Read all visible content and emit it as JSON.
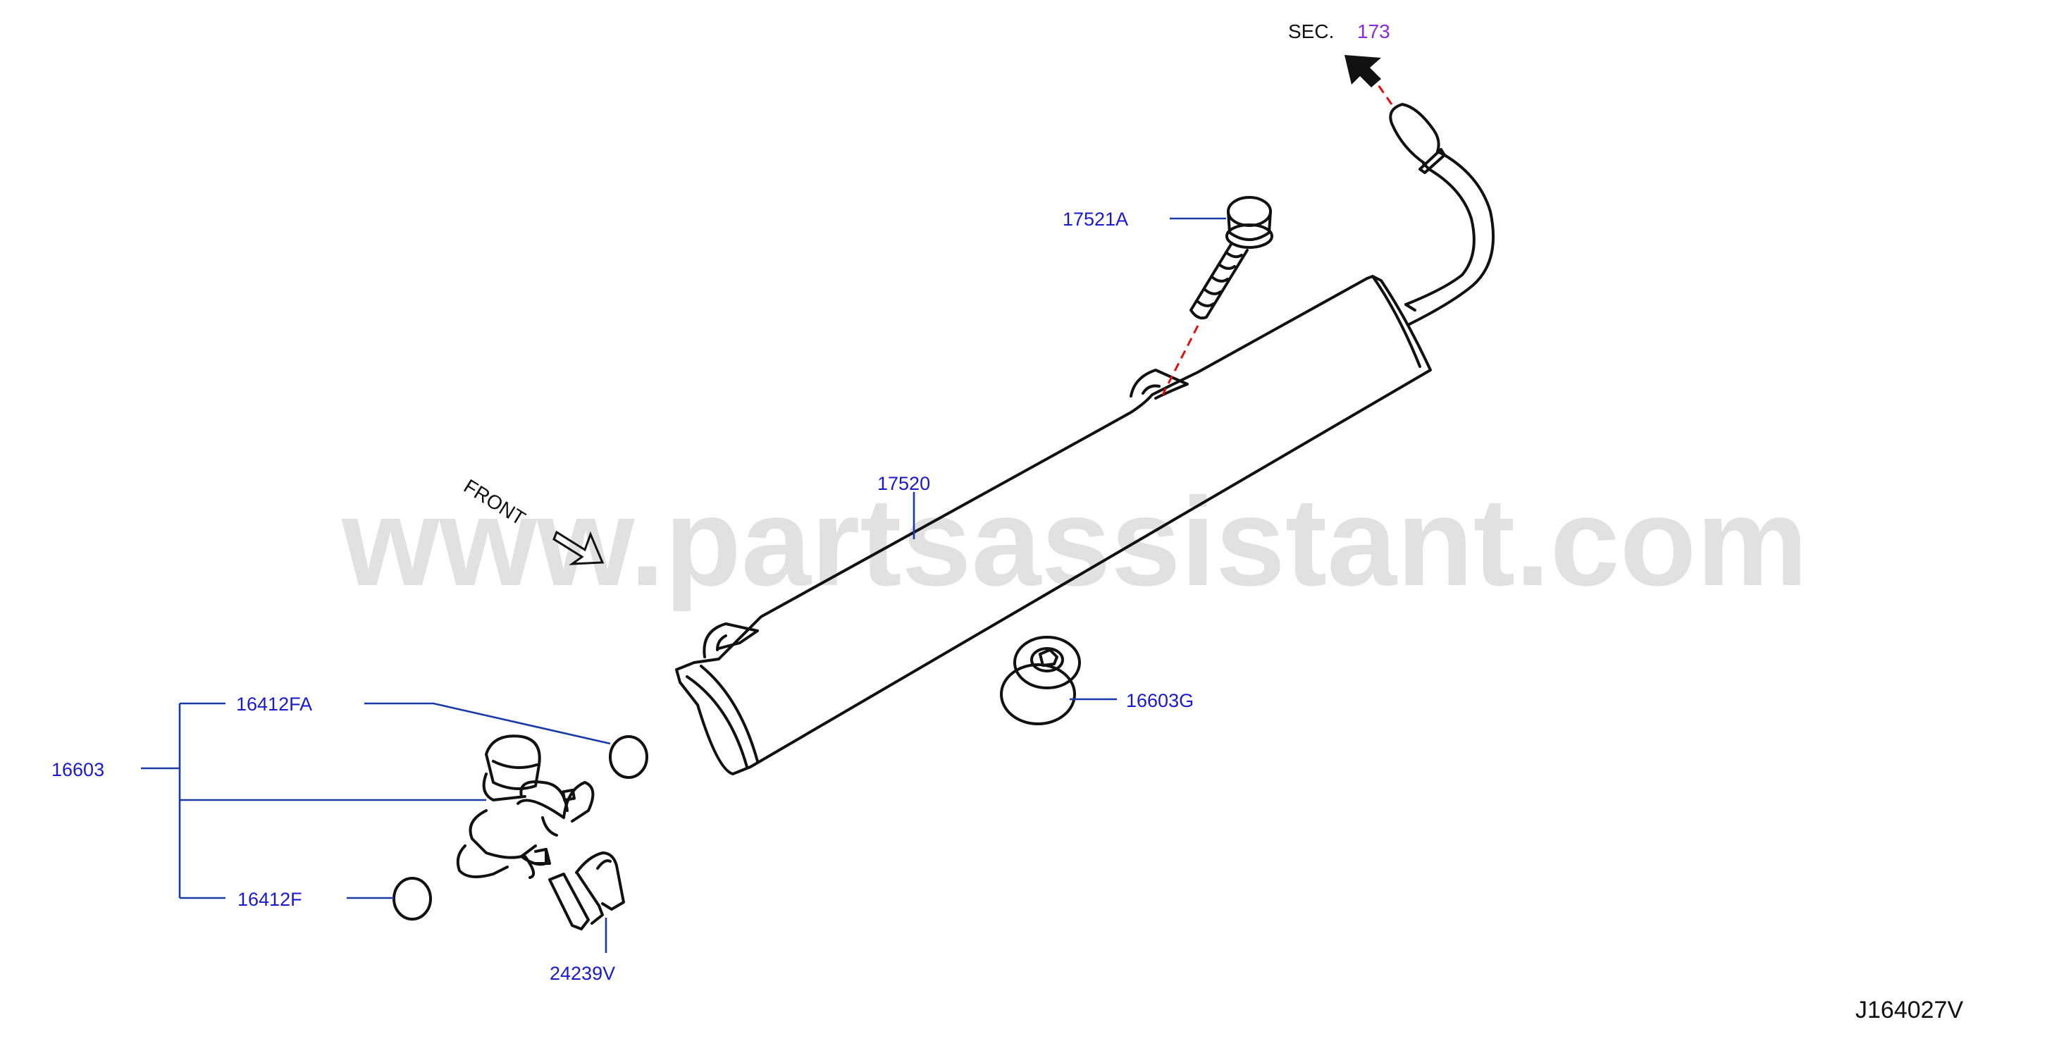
{
  "watermark": "www.partsassistant.com",
  "diagram_code": "J164027V",
  "front_label": "FRONT",
  "section_ref": {
    "prefix": "SEC.",
    "number": "173"
  },
  "callouts": {
    "bolt": "17521A",
    "fuel_rail": "17520",
    "injector_assy": "16603",
    "upper_oring": "16412FA",
    "lower_oring": "16412F",
    "insulator": "16603G",
    "clip": "24239V"
  },
  "colors": {
    "callout": "#1a1acc",
    "leader": "#1a3aa8",
    "reference_line": "#e01010",
    "section_number": "#8a2be2"
  }
}
